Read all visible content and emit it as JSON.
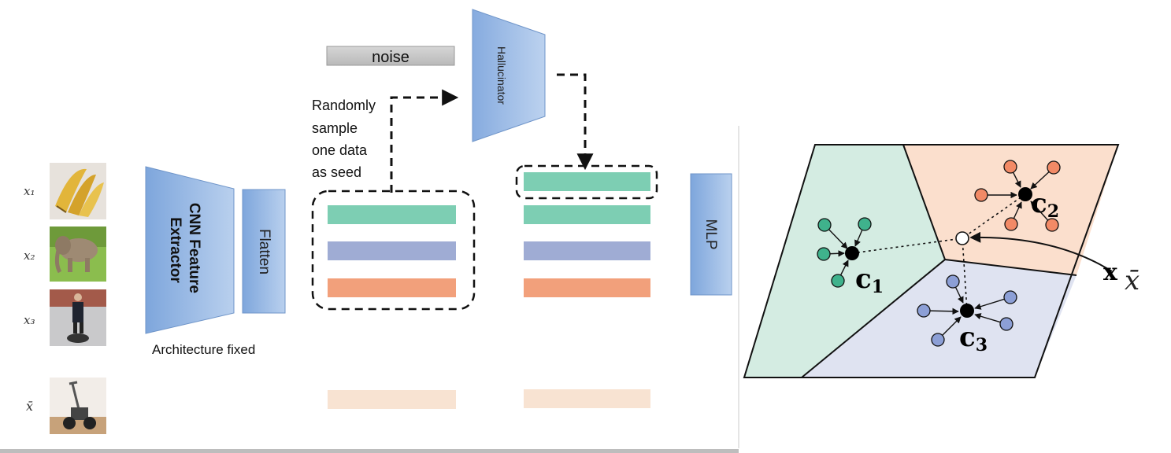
{
  "inputs": [
    {
      "label": "x₁",
      "image_icon": "banana-image"
    },
    {
      "label": "x₂",
      "image_icon": "elephant-image"
    },
    {
      "label": "x₃",
      "image_icon": "segway-rider-image"
    },
    {
      "label": "x̄",
      "image_icon": "segway-image"
    }
  ],
  "modules": {
    "cnn_line1": "CNN Feature",
    "cnn_line2": "Extractor",
    "flatten": "Flatten",
    "architecture_note": "Architecture fixed",
    "noise": "noise",
    "hallucinator": "Hallucinator",
    "mlp": "MLP"
  },
  "seed_caption": [
    "Randomly",
    "sample",
    "one data",
    "as seed"
  ],
  "feature_colors": {
    "green": "#7dceb3",
    "blue": "#9facd4",
    "orange": "#f2a07b",
    "faded": "#f8e3d2",
    "module_blue": "#8fb4e0",
    "noise_gray": "#c8c8c8"
  },
  "prototype_diagram": {
    "prototypes": [
      {
        "symbol": "c",
        "subscript": "1",
        "point_color": "#3fb28c",
        "region_color": "#d4ece2"
      },
      {
        "symbol": "c",
        "subscript": "2",
        "point_color": "#f28a66",
        "region_color": "#fbdfcd"
      },
      {
        "symbol": "c",
        "subscript": "3",
        "point_color": "#8c9fd6",
        "region_color": "#dfe3f1"
      }
    ],
    "query_label": "x",
    "query_overlay_label": "x̄"
  }
}
